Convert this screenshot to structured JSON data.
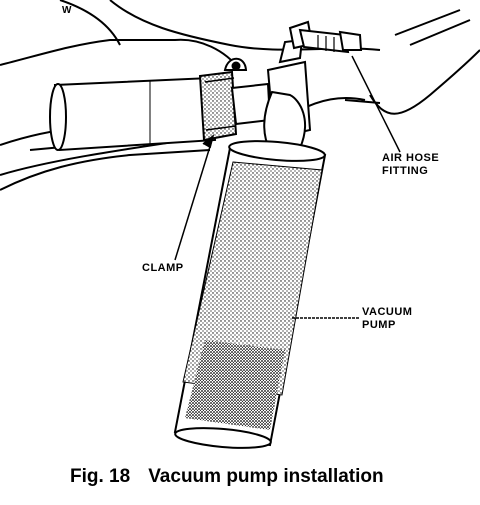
{
  "figure": {
    "number": "Fig. 18",
    "title": "Vacuum pump installation"
  },
  "labels": {
    "w_mark": "W",
    "air_hose_line1": "AIR HOSE",
    "air_hose_line2": "FITTING",
    "clamp": "CLAMP",
    "vacuum_line1": "VACUUM",
    "vacuum_line2": "PUMP"
  },
  "colors": {
    "ink": "#000000",
    "paper": "#ffffff"
  }
}
